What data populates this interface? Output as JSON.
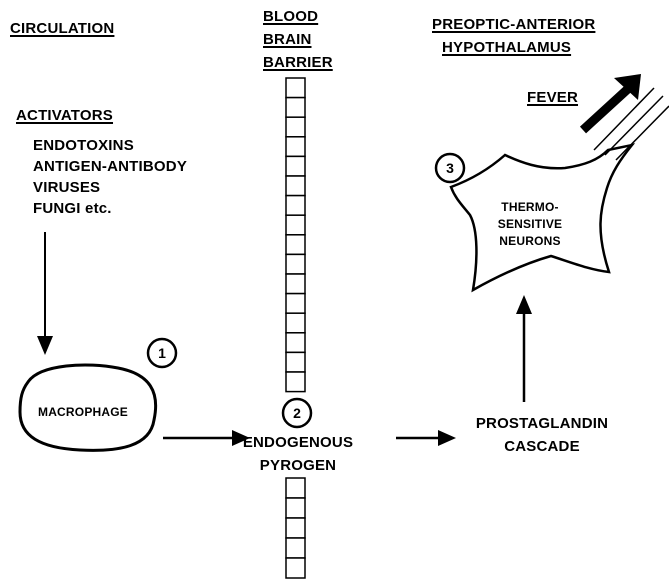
{
  "headers": {
    "circulation": "CIRCULATION",
    "bbb": [
      "BLOOD",
      "BRAIN",
      "BARRIER"
    ],
    "hypothalamus": [
      "PREOPTIC-ANTERIOR",
      "HYPOTHALAMUS"
    ]
  },
  "activators": {
    "title": "ACTIVATORS",
    "items": [
      "ENDOTOXINS",
      "ANTIGEN-ANTIBODY",
      "VIRUSES",
      "FUNGI  etc."
    ]
  },
  "macrophage": "MACROPHAGE",
  "pyrogen": [
    "ENDOGENOUS",
    "PYROGEN"
  ],
  "prostaglandin": [
    "PROSTAGLANDIN",
    "CASCADE"
  ],
  "neurons": [
    "THERMO-",
    "SENSITIVE",
    "NEURONS"
  ],
  "fever": "FEVER",
  "steps": [
    "1",
    "2",
    "3"
  ]
}
